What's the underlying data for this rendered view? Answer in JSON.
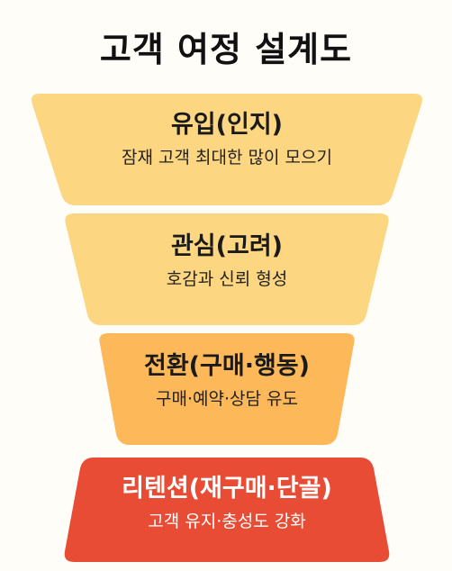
{
  "title": "고객 여정 설계도",
  "stages": [
    {
      "title": "유입(인지)",
      "subtitle": "잠재 고객 최대한 많이 모으기",
      "color": "#fcd680"
    },
    {
      "title": "관심(고려)",
      "subtitle": "호감과 신뢰 형성",
      "color": "#fcd680"
    },
    {
      "title": "전환(구매·행동)",
      "subtitle": "구매·예약·상담 유도",
      "color": "#fdb85a"
    },
    {
      "title": "리텐션(재구매·단골)",
      "subtitle": "고객 유지·충성도 강화",
      "color": "#e94c35"
    }
  ]
}
